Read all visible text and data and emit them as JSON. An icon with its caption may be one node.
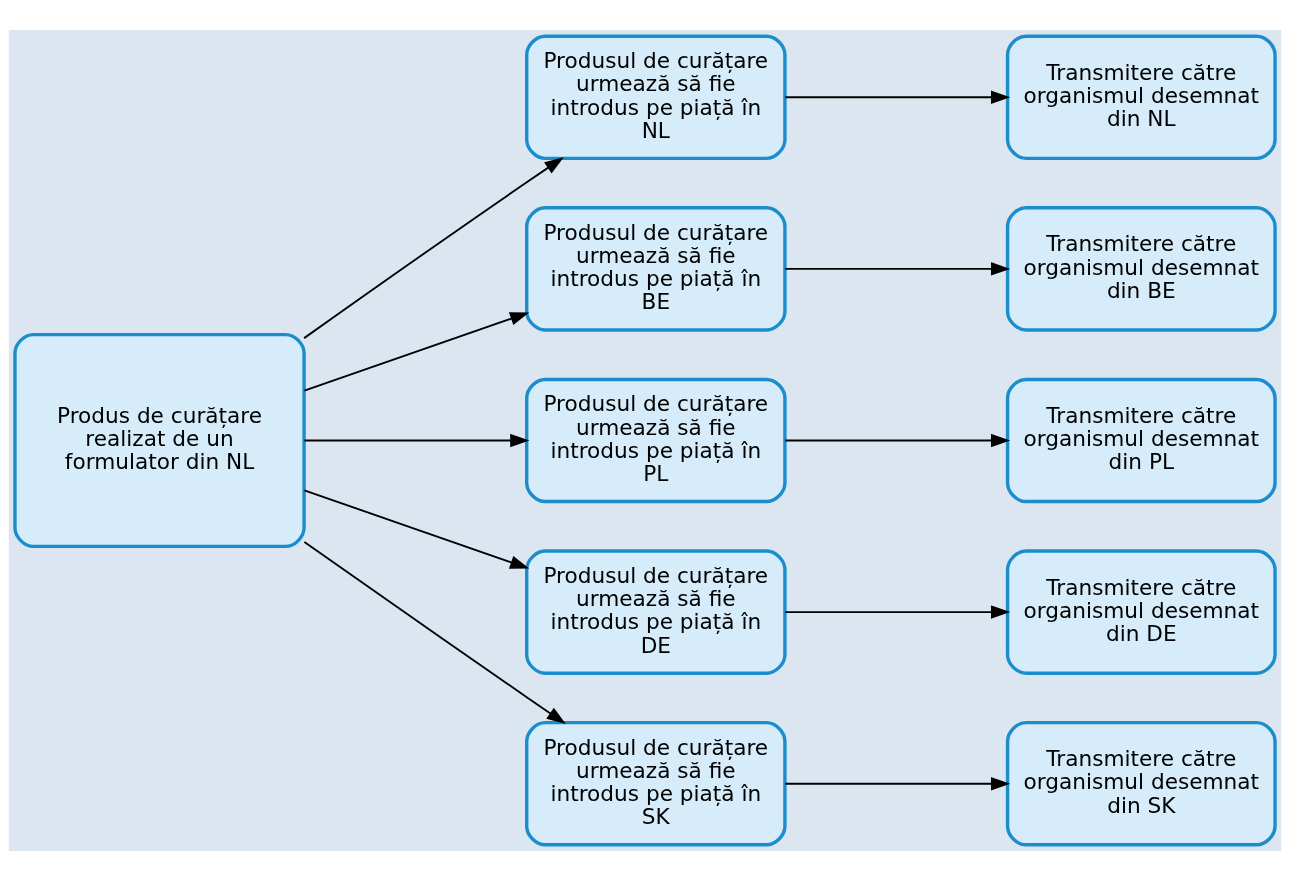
{
  "diagram": {
    "nodes": [
      {
        "text": [
          "Produs de curățare realizat de un formulator din NL"
        ]
      },
      {
        "text": [
          "Produsul de curățare urmează să fie introdus pe piață în NL"
        ]
      },
      {
        "text": [
          "Transmitere către organismul desemnat din NL"
        ]
      },
      {
        "text": [
          "Produsul de curățare urmează să fie introdus pe piață în BE"
        ]
      },
      {
        "text": [
          "Transmitere către organismul desemnat din BE"
        ]
      },
      {
        "text": [
          "Produsul de curățare urmează să fie introdus pe piață în PL"
        ]
      },
      {
        "text": [
          "Transmitere către organismul desemnat din PL"
        ]
      },
      {
        "text": [
          "Produsul de curățare urmează să fie introdus pe piață în DE"
        ]
      },
      {
        "text": [
          "Transmitere către organismul desemnat din DE"
        ]
      },
      {
        "text": [
          "Produsul de curățare urmează să fie introdus pe piață în SK"
        ]
      },
      {
        "text": [
          "Transmitere către organismul desemnat din SK"
        ]
      }
    ],
    "edges": [
      {
        "from": 0,
        "to": 1,
        "arrow": "to"
      },
      {
        "from": 0,
        "to": 3,
        "arrow": "to"
      },
      {
        "from": 0,
        "to": 5,
        "arrow": "to"
      },
      {
        "from": 0,
        "to": 7,
        "arrow": "to"
      },
      {
        "from": 0,
        "to": 9,
        "arrow": "to"
      },
      {
        "from": 1,
        "to": 2,
        "arrow": "to"
      },
      {
        "from": 3,
        "to": 4,
        "arrow": "to"
      },
      {
        "from": 5,
        "to": 6,
        "arrow": "to"
      },
      {
        "from": 7,
        "to": 8,
        "arrow": "to"
      },
      {
        "from": 9,
        "to": 10,
        "arrow": "to"
      }
    ]
  }
}
